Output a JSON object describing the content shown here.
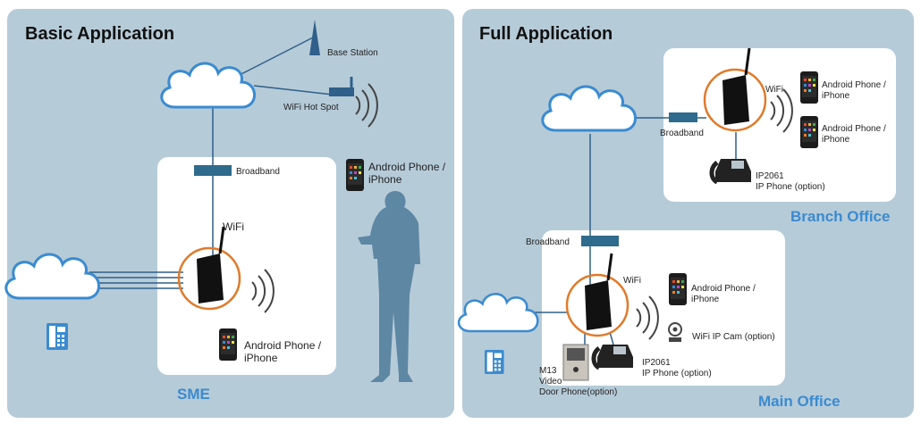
{
  "left": {
    "title": "Basic Application",
    "cloud_internet": "Internet",
    "cloud_pstn": "PSTN",
    "base_station": "Base Station",
    "wifi_hotspot": "WiFi Hot Spot",
    "broadband": "Broadband",
    "wifi": "WiFi",
    "phone_a": "Android Phone /\niPhone",
    "phone_b": "Android Phone /\niPhone",
    "site": "SME"
  },
  "right": {
    "title": "Full Application",
    "cloud_internet": "Internet",
    "cloud_pstn": "PSTN",
    "broadband_branch": "Broadband",
    "broadband_main": "Broadband",
    "wifi_branch": "WiFi",
    "wifi_main": "WiFi",
    "branch_phone_1": "Android Phone /\niPhone",
    "branch_phone_2": "Android Phone /\niPhone",
    "branch_ipphone": "IP2061\nIP Phone (option)",
    "branch_site": "Branch Office",
    "main_phone": "Android Phone /\niPhone",
    "main_ipcam": "WiFi IP Cam (option)",
    "main_ipphone": "IP2061\nIP Phone (option)",
    "main_door": "M13\nVideo\nDoor Phone(option)",
    "main_site": "Main Office"
  },
  "colors": {
    "panel": "#b6cbd8",
    "accent": "#3a8bd0",
    "line": "#2f5f8a",
    "router_ring": "#e07a2a",
    "silhouette": "#5e87a3"
  }
}
